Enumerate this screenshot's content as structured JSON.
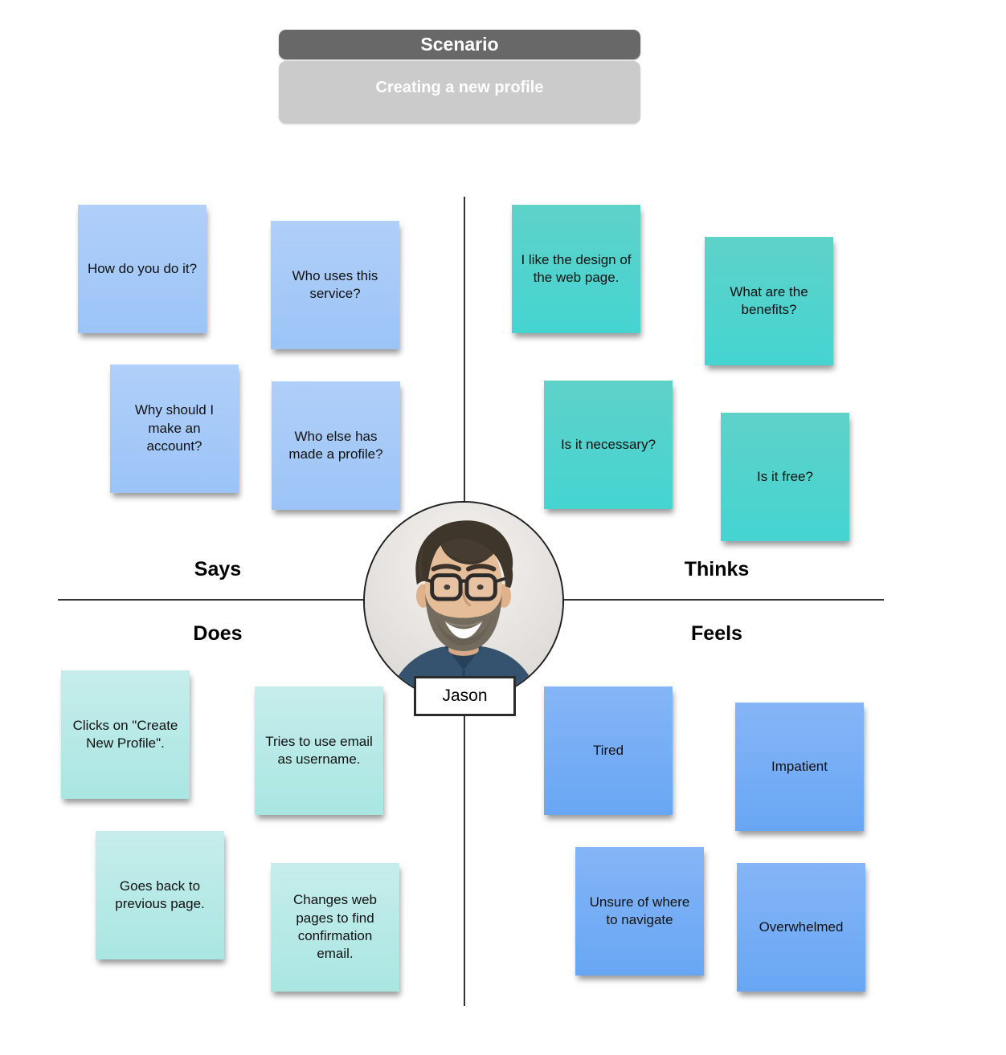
{
  "scenario": {
    "title": "Scenario",
    "subtitle": "Creating a new profile"
  },
  "persona": {
    "name": "Jason",
    "photo": "portrait-photo-man-glasses-beard"
  },
  "quadrants": {
    "says": {
      "label": "Says",
      "note_color": "#9fc5f8",
      "notes": [
        "How do you do it?",
        "Who uses this service?",
        "Why should I make an account?",
        "Who else has made a profile?"
      ]
    },
    "thinks": {
      "label": "Thinks",
      "note_color": "#4dd2cd",
      "notes": [
        "I like the design of the web page.",
        "What are the benefits?",
        "Is it necessary?",
        "Is it free?"
      ]
    },
    "does": {
      "label": "Does",
      "note_color": "#b4e7e4",
      "notes": [
        "Clicks on \"Create New Profile\".",
        "Tries to use email as username.",
        "Goes back to previous page.",
        "Changes web pages to find confirmation email."
      ]
    },
    "feels": {
      "label": "Feels",
      "note_color": "#6fa8f2",
      "notes": [
        "Tired",
        "Impatient",
        "Unsure of where to navigate",
        "Overwhelmed"
      ]
    }
  },
  "colors": {
    "header_bar": "#686868",
    "header_panel": "#cbcbcb",
    "divider": "#333333"
  }
}
